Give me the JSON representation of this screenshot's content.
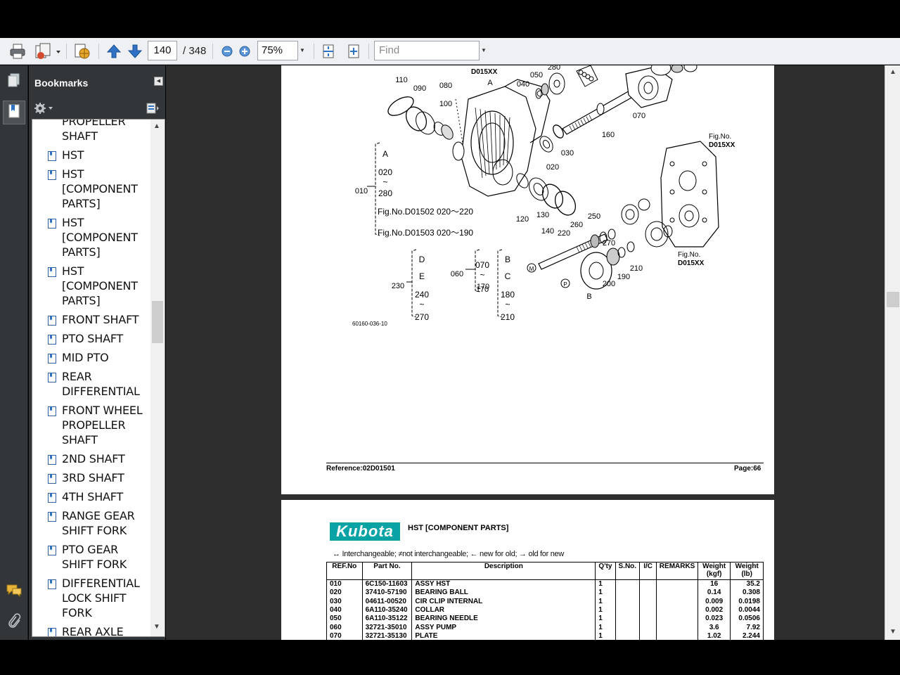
{
  "toolbar": {
    "page_current": "140",
    "page_total": "/  348",
    "zoom": "75%",
    "find_placeholder": "Find"
  },
  "bookmarks": {
    "title": "Bookmarks",
    "items": [
      "PROPELLER SHAFT",
      "HST",
      "HST [COMPONENT PARTS]",
      "HST [COMPONENT PARTS]",
      "HST [COMPONENT PARTS]",
      "FRONT SHAFT",
      "PTO SHAFT",
      "MID PTO",
      "REAR DIFFERENTIAL",
      "FRONT WHEEL PROPELLER SHAFT",
      "2ND SHAFT",
      "3RD SHAFT",
      "4TH SHAFT",
      "RANGE GEAR SHIFT FORK",
      "PTO GEAR SHIFT FORK",
      "DIFFERENTIAL LOCK SHIFT FORK",
      "REAR AXLE"
    ]
  },
  "diagram": {
    "part_numbers": [
      "110",
      "090",
      "080",
      "100",
      "A",
      "050",
      "040",
      "280",
      "070",
      "160",
      "030",
      "020",
      "010",
      "120",
      "130",
      "140",
      "220",
      "260",
      "250",
      "270",
      "210",
      "190",
      "200",
      "B",
      "060",
      "230",
      "170"
    ],
    "fig_refs": [
      "D015XX",
      "Fig.No.",
      "D015XX",
      "Fig.No.",
      "D015XX"
    ],
    "group_a": [
      "A",
      "020",
      "~",
      "280"
    ],
    "fig_lines": [
      "Fig.No.D01502  020～220",
      "Fig.No.D01503  020～190"
    ],
    "group_d": [
      "D",
      "E",
      "240",
      "~",
      "270"
    ],
    "group_070": [
      "070",
      "~",
      "170"
    ],
    "group_b": [
      "B",
      "C",
      "180",
      "~",
      "210"
    ],
    "image_code": "60160-036-10",
    "marker_m": "M",
    "marker_p": "P"
  },
  "page_footer": {
    "reference": "Reference:02D01501",
    "page": "Page:66"
  },
  "page2": {
    "logo": "Kubota",
    "section_title": "HST [COMPONENT PARTS]",
    "legend": "↔ Interchangeable;   ≠not interchangeable;   ← new for old;   → old for new",
    "headers": [
      "REF.No",
      "Part No.",
      "Description",
      "Q'ty",
      "S.No.",
      "I/C",
      "REMARKS",
      "Weight (kgf)",
      "Weight (lb)"
    ],
    "rows": [
      [
        "010",
        "6C150-11603",
        "ASSY HST",
        "1",
        "",
        "",
        "",
        "16",
        "35.2"
      ],
      [
        "020",
        "37410-57190",
        "BEARING BALL",
        "1",
        "",
        "",
        "",
        "0.14",
        "0.308"
      ],
      [
        "030",
        "04611-00520",
        "CIR CLIP INTERNAL",
        "1",
        "",
        "",
        "",
        "0.009",
        "0.0198"
      ],
      [
        "040",
        "6A110-35240",
        "COLLAR",
        "1",
        "",
        "",
        "",
        "0.002",
        "0.0044"
      ],
      [
        "050",
        "6A110-35122",
        "BEARING NEEDLE",
        "1",
        "",
        "",
        "",
        "0.023",
        "0.0506"
      ],
      [
        "060",
        "32721-35010",
        "ASSY PUMP",
        "1",
        "",
        "",
        "",
        "3.6",
        "7.92"
      ],
      [
        "070",
        "32721-35130",
        "PLATE",
        "1",
        "",
        "",
        "",
        "1.02",
        "2.244"
      ]
    ]
  }
}
